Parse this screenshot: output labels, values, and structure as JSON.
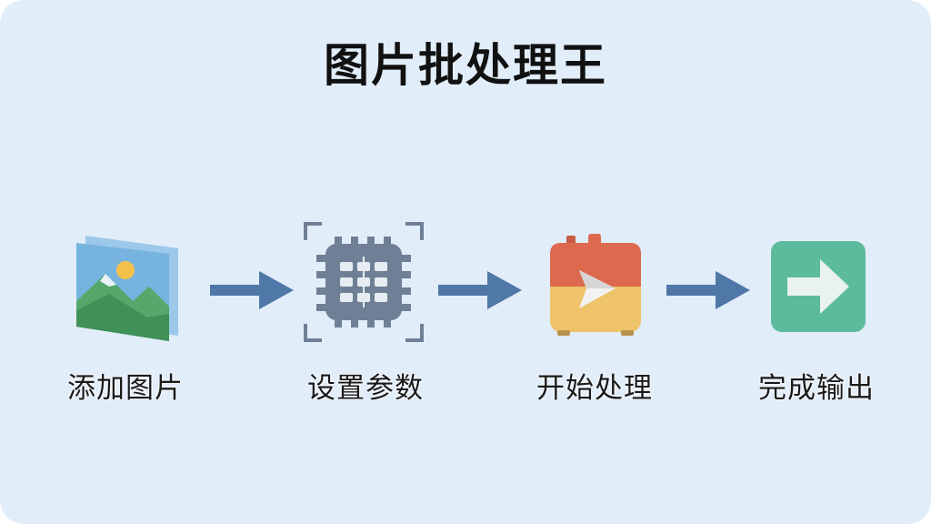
{
  "title": "图片批处理王",
  "steps": [
    {
      "label": "添加图片",
      "icon": "image-stack-icon"
    },
    {
      "label": "设置参数",
      "icon": "processor-chip-icon"
    },
    {
      "label": "开始处理",
      "icon": "play-toolbox-icon"
    },
    {
      "label": "完成输出",
      "icon": "arrow-right-square-icon"
    }
  ],
  "colors": {
    "background": "#e1edf9",
    "arrow": "#4f78a8",
    "image_sky": "#77b3df",
    "image_mountain": "#55a86a",
    "image_sun": "#f3c14a",
    "chip": "#6f8096",
    "toolbox_top": "#dd6a4f",
    "toolbox_bottom": "#eec36a",
    "output_green": "#5dbb9d"
  }
}
